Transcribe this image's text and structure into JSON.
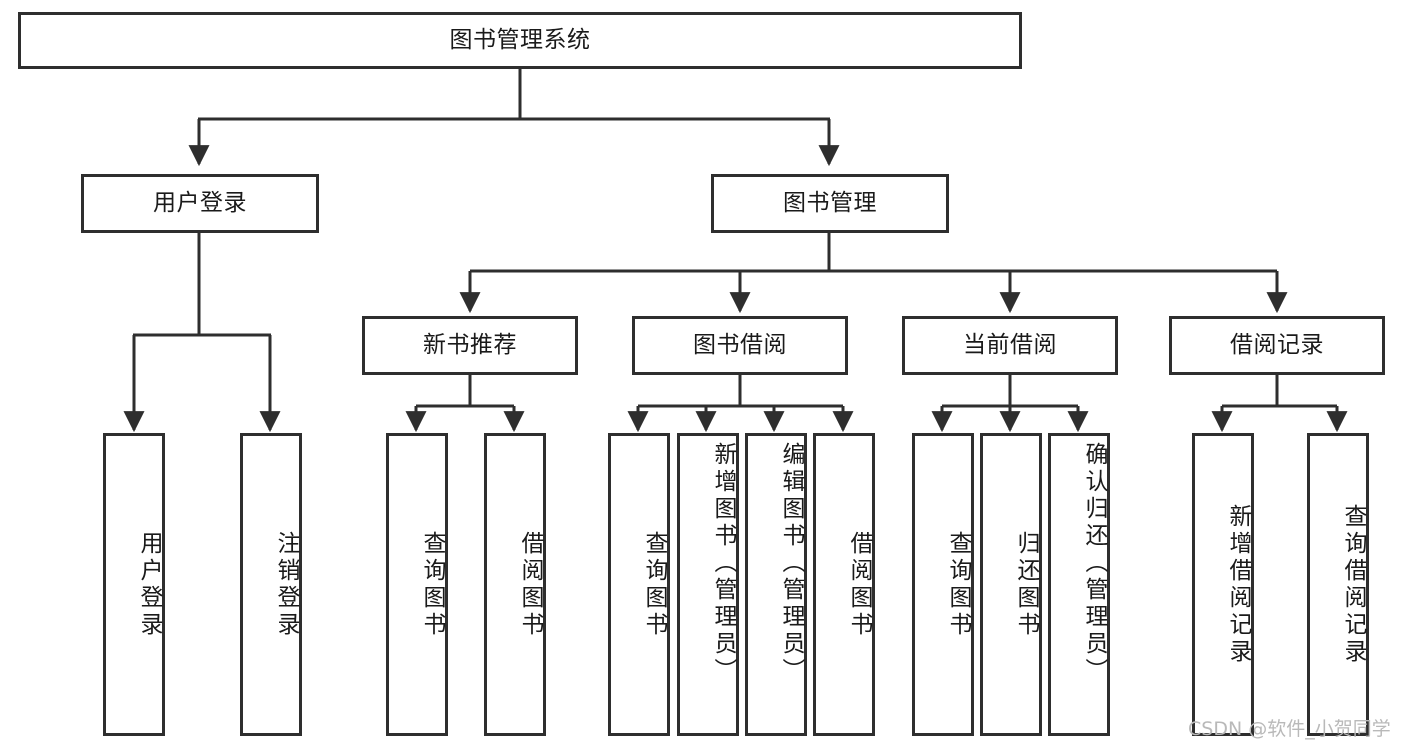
{
  "diagram": {
    "title": "图书管理系统",
    "type": "tree-hierarchy-diagram",
    "root": {
      "id": "root",
      "label": "图书管理系统"
    },
    "level1": [
      {
        "id": "user-login",
        "label": "用户登录"
      },
      {
        "id": "book-manage",
        "label": "图书管理"
      }
    ],
    "level2": [
      {
        "id": "new-book-rec",
        "label": "新书推荐",
        "parent": "book-manage"
      },
      {
        "id": "book-borrow",
        "label": "图书借阅",
        "parent": "book-manage"
      },
      {
        "id": "current-borrow",
        "label": "当前借阅",
        "parent": "book-manage"
      },
      {
        "id": "borrow-record",
        "label": "借阅记录",
        "parent": "book-manage"
      }
    ],
    "leaves": [
      {
        "id": "leaf-user-login",
        "label": "用户登录",
        "parent": "user-login"
      },
      {
        "id": "leaf-user-logout",
        "label": "注销登录",
        "parent": "user-login"
      },
      {
        "id": "leaf-query-book-1",
        "label": "查询图书",
        "parent": "new-book-rec"
      },
      {
        "id": "leaf-borrow-book-1",
        "label": "借阅图书",
        "parent": "new-book-rec"
      },
      {
        "id": "leaf-query-book-2",
        "label": "查询图书",
        "parent": "book-borrow"
      },
      {
        "id": "leaf-add-book",
        "label": "新增图书（管理员）",
        "parent": "book-borrow"
      },
      {
        "id": "leaf-edit-book",
        "label": "编辑图书（管理员）",
        "parent": "book-borrow"
      },
      {
        "id": "leaf-borrow-book-2",
        "label": "借阅图书",
        "parent": "book-borrow"
      },
      {
        "id": "leaf-query-book-3",
        "label": "查询图书",
        "parent": "current-borrow"
      },
      {
        "id": "leaf-return-book",
        "label": "归还图书",
        "parent": "current-borrow"
      },
      {
        "id": "leaf-confirm-return",
        "label": "确认归还（管理员）",
        "parent": "current-borrow"
      },
      {
        "id": "leaf-add-record",
        "label": "新增借阅记录",
        "parent": "borrow-record"
      },
      {
        "id": "leaf-query-record",
        "label": "查询借阅记录",
        "parent": "borrow-record"
      }
    ],
    "colors": {
      "border": "#2e2e2e",
      "fill": "#ffffff",
      "text": "#1a1a1a",
      "watermark": "#b9b9b9"
    }
  },
  "watermark": {
    "text": "CSDN @软件_小贺同学"
  }
}
